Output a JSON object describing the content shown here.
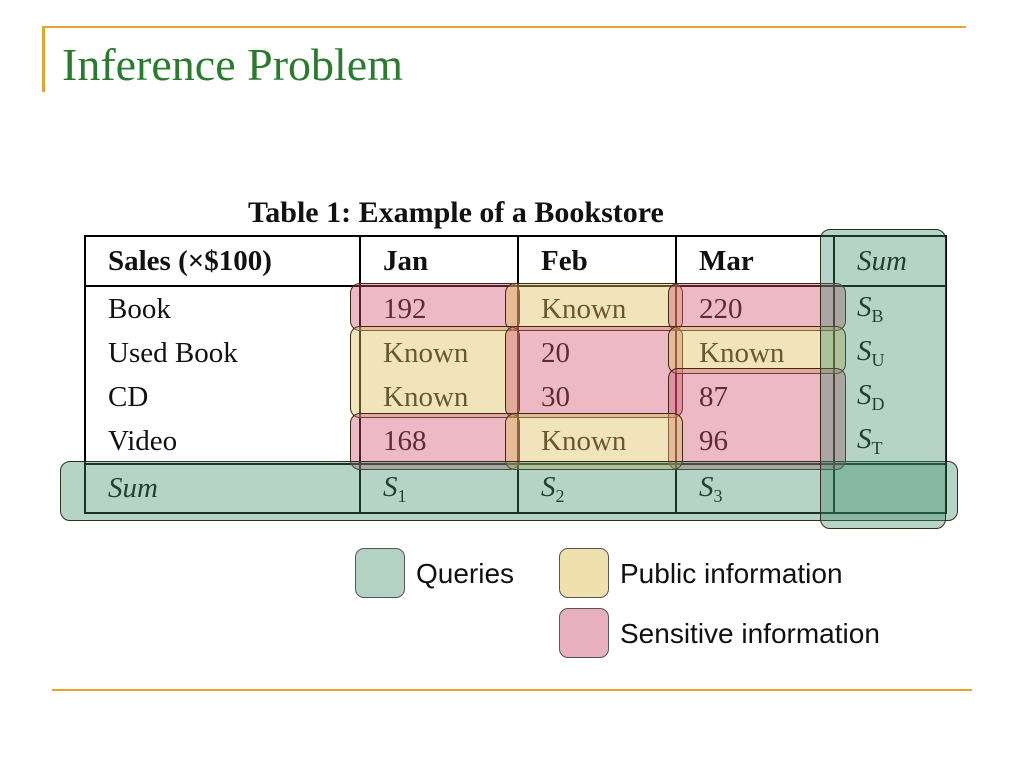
{
  "slide": {
    "title": "Inference Problem",
    "caption": "Table 1: Example of a Bookstore"
  },
  "table": {
    "headers": [
      "Sales (×$100)",
      "Jan",
      "Feb",
      "Mar",
      "Sum"
    ],
    "rows": [
      {
        "label": "Book",
        "jan": "192",
        "feb": "Known",
        "mar": "220",
        "sum_base": "S",
        "sum_sub": "B"
      },
      {
        "label": "Used Book",
        "jan": "Known",
        "feb": "20",
        "mar": "Known",
        "sum_base": "S",
        "sum_sub": "U"
      },
      {
        "label": "CD",
        "jan": "Known",
        "feb": "30",
        "mar": "87",
        "sum_base": "S",
        "sum_sub": "D"
      },
      {
        "label": "Video",
        "jan": "168",
        "feb": "Known",
        "mar": "96",
        "sum_base": "S",
        "sum_sub": "T"
      }
    ],
    "sum_row": {
      "label": "Sum",
      "jan_base": "S",
      "jan_sub": "1",
      "feb_base": "S",
      "feb_sub": "2",
      "mar_base": "S",
      "mar_sub": "3",
      "total": ""
    }
  },
  "legend": {
    "queries": "Queries",
    "public": "Public information",
    "sensitive": "Sensitive information"
  },
  "colors": {
    "title": "#2a7a2f",
    "accent_line": "#e4a52c",
    "queries": "#3c8c69",
    "public": "#e1be5a",
    "sensitive": "#d2506e"
  }
}
